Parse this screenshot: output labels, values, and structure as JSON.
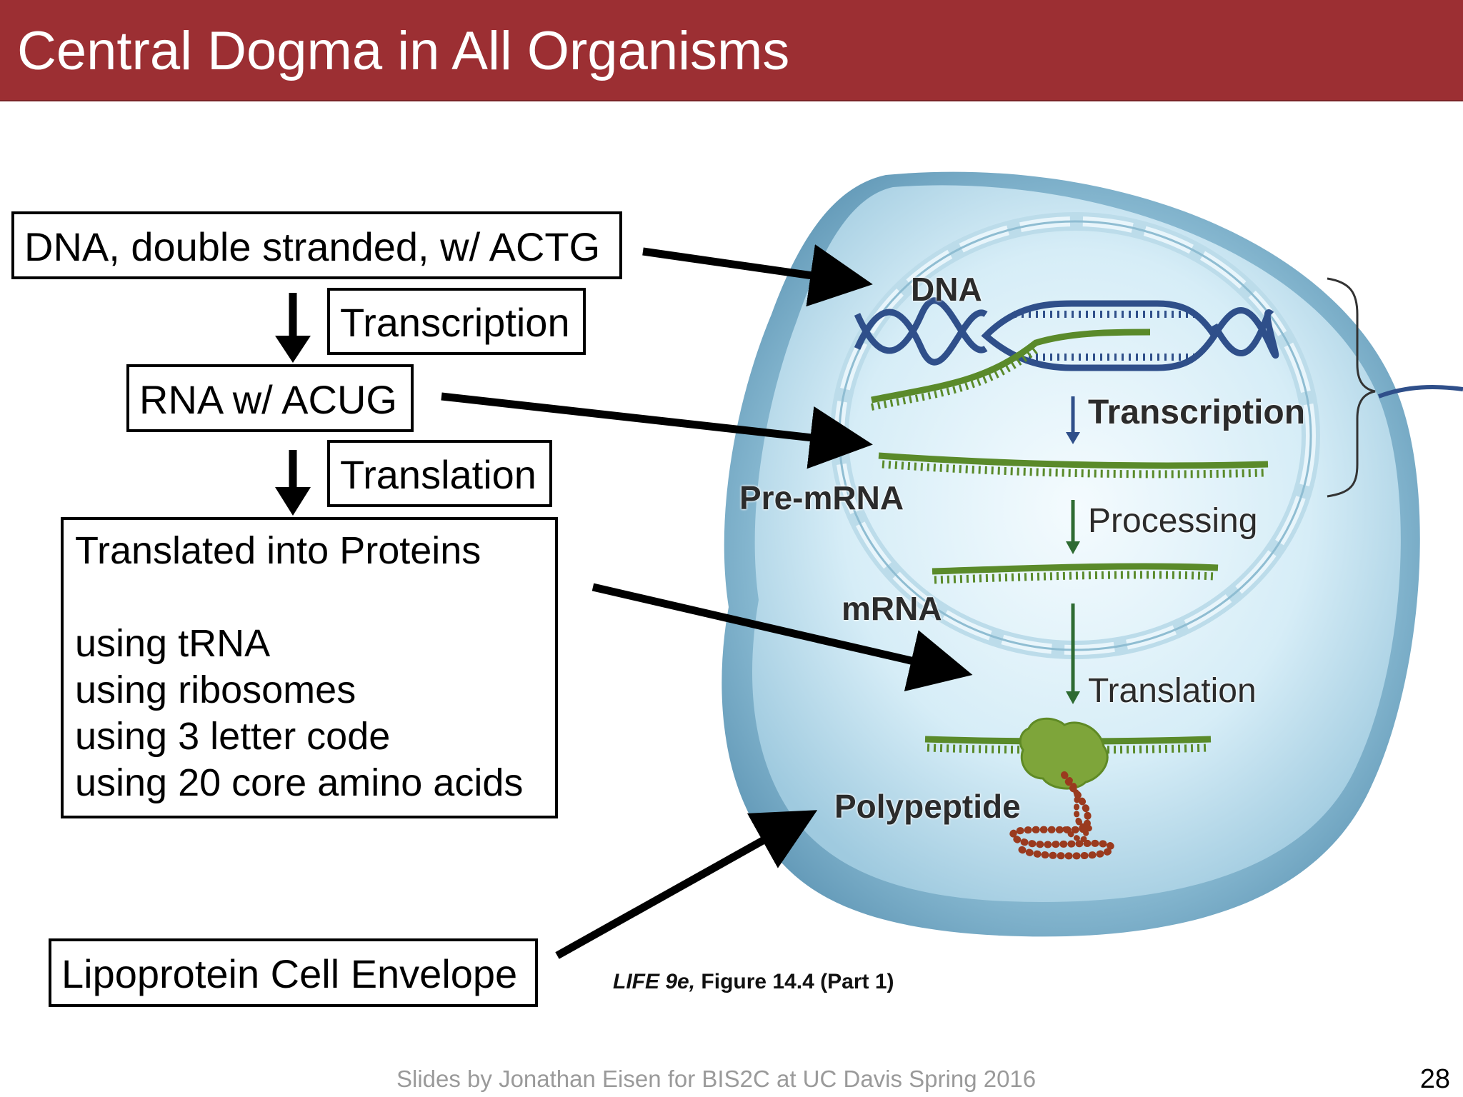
{
  "slide": {
    "title": "Central Dogma in All Organisms",
    "page_number": "28",
    "footer": "Slides by Jonathan Eisen for BIS2C at UC Davis Spring 2016"
  },
  "boxes": {
    "dna": "DNA, double stranded, w/ ACTG",
    "transcription": "Transcription",
    "rna": "RNA w/ ACUG",
    "translation": "Translation",
    "proteins_title": "Translated into Proteins",
    "proteins_details": [
      "using tRNA",
      "using ribosomes",
      "using 3 letter code",
      "using 20 core amino acids"
    ],
    "envelope": "Lipoprotein Cell Envelope"
  },
  "figure": {
    "labels": {
      "dna": "DNA",
      "pre_mrna": "Pre-mRNA",
      "mrna": "mRNA",
      "polypeptide": "Polypeptide"
    },
    "steps": {
      "transcription": "Transcription",
      "processing": "Processing",
      "translation": "Translation"
    },
    "caption": {
      "book": "LIFE",
      "edition": "9e,",
      "figure": "Figure 14.4 (Part 1)"
    }
  },
  "colors": {
    "title_bar": "#9c2f33",
    "dna_strand": "#2f4f8a",
    "rna_strand": "#5a8a2a",
    "ribosome": "#7ea53a",
    "polypeptide": "#9a3a1e",
    "cell": "#cfe7f3"
  }
}
